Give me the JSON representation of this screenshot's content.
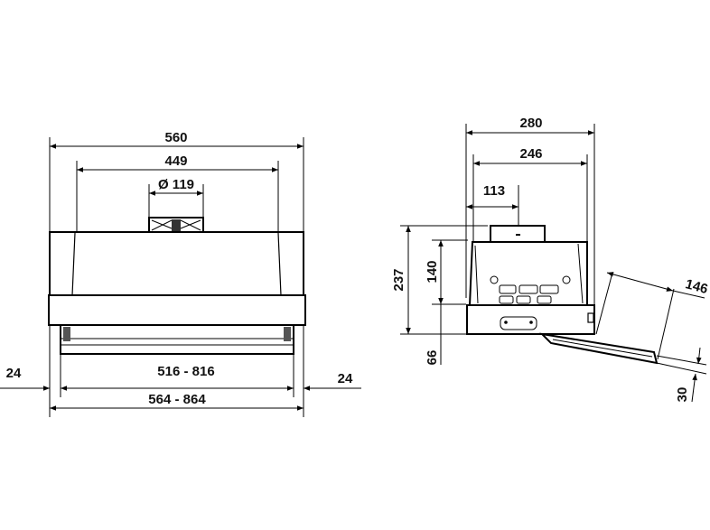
{
  "front_view": {
    "width_overall": "560",
    "width_inner": "449",
    "duct_diameter": "Ø 119",
    "extension_range": "516 - 816",
    "overall_range": "564 - 864",
    "side_offset_left": "24",
    "side_offset_right": "24"
  },
  "side_view": {
    "depth_overall": "280",
    "depth_body": "246",
    "duct_offset": "113",
    "height_overall": "237",
    "height_body": "140",
    "height_lower": "66",
    "tray_depth": "146",
    "tray_drop": "30"
  },
  "colors": {
    "line": "#000000",
    "background": "#ffffff"
  }
}
